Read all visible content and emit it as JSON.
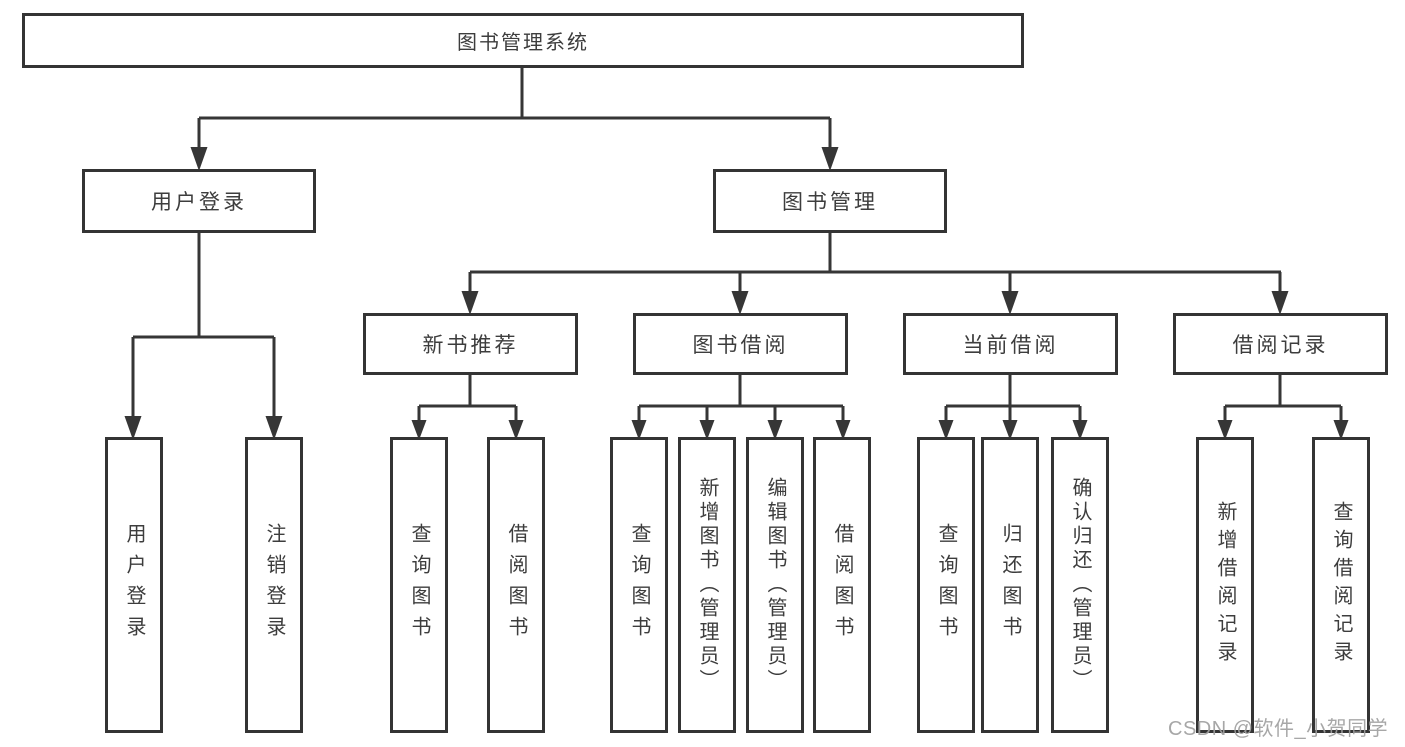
{
  "diagram_title": "图书管理系统",
  "tree": {
    "root": {
      "label": "图书管理系统"
    },
    "branches": [
      {
        "label": "用户登录",
        "children": [
          {
            "label": "用户登录"
          },
          {
            "label": "注销登录"
          }
        ]
      },
      {
        "label": "图书管理",
        "children": [
          {
            "label": "新书推荐",
            "children": [
              {
                "label": "查询图书"
              },
              {
                "label": "借阅图书"
              }
            ]
          },
          {
            "label": "图书借阅",
            "children": [
              {
                "label": "查询图书"
              },
              {
                "label": "新增图书（管理员）"
              },
              {
                "label": "编辑图书（管理员）"
              },
              {
                "label": "借阅图书"
              }
            ]
          },
          {
            "label": "当前借阅",
            "children": [
              {
                "label": "查询图书"
              },
              {
                "label": "归还图书"
              },
              {
                "label": "确认归还（管理员）"
              }
            ]
          },
          {
            "label": "借阅记录",
            "children": [
              {
                "label": "新增借阅记录"
              },
              {
                "label": "查询借阅记录"
              }
            ]
          }
        ]
      }
    ]
  },
  "watermark": {
    "text": "CSDN @软件_小贺同学"
  },
  "colors": {
    "line": "#363636",
    "box_border": "#343434",
    "text": "#3d3d3d",
    "watermark": "#a0a0a0",
    "background": "#ffffff"
  }
}
